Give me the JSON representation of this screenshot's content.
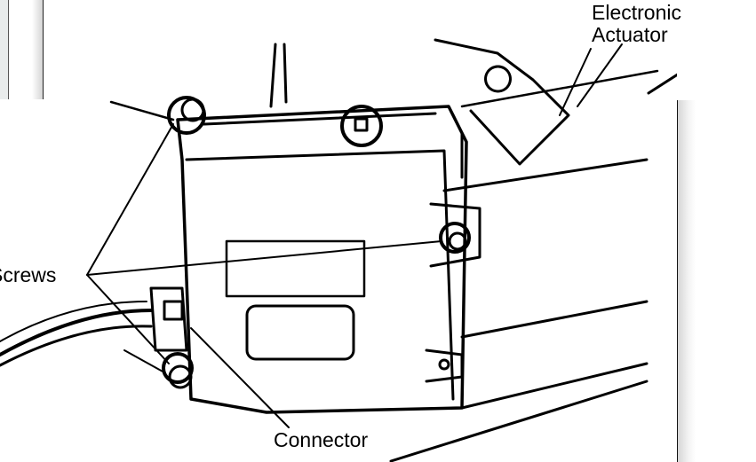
{
  "labels": {
    "actuator_line1": "Electronic",
    "actuator_line2": "Actuator",
    "screws": "Screws",
    "connector": "Connector"
  },
  "colors": {
    "ink": "#000000",
    "background": "#ffffff"
  }
}
